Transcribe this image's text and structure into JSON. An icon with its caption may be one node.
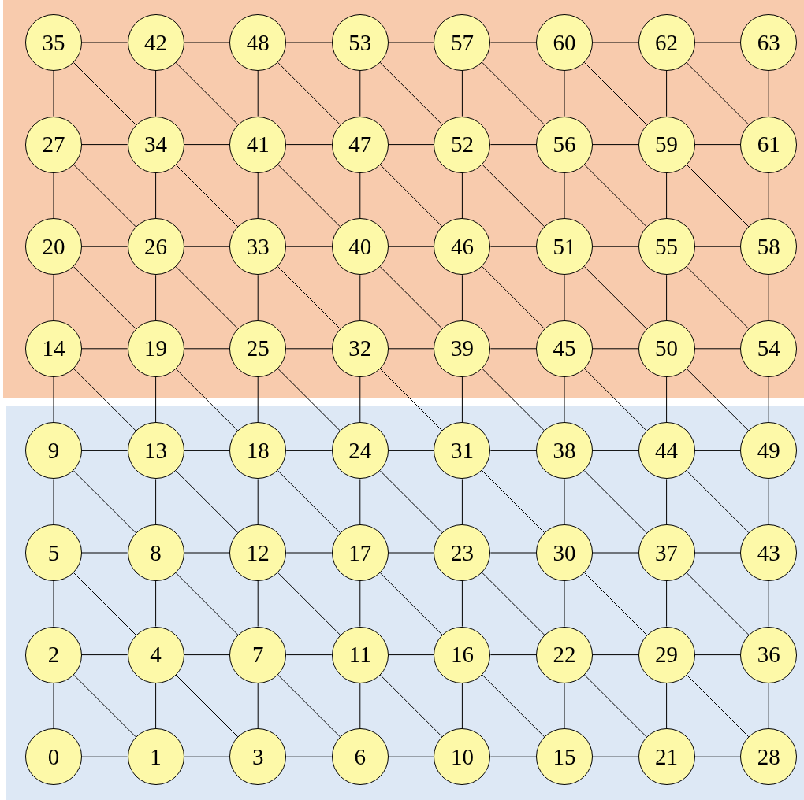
{
  "diagram": {
    "nodes": [
      {
        "text": [],
        "shape": "box"
      },
      {
        "text": [
          "35"
        ],
        "in": 0
      },
      {
        "text": [
          "42"
        ],
        "in": 0
      },
      {
        "text": [
          "48"
        ],
        "in": 0
      },
      {
        "text": [
          "53"
        ],
        "in": 0
      },
      {
        "text": [
          "57"
        ],
        "in": 0
      },
      {
        "text": [
          "60"
        ],
        "in": 0
      },
      {
        "text": [
          "62"
        ],
        "in": 0
      },
      {
        "text": [
          "63"
        ],
        "in": 0
      },
      {
        "text": [
          "27"
        ],
        "in": 0
      },
      {
        "text": [
          "34"
        ],
        "in": 0
      },
      {
        "text": [
          "41"
        ],
        "in": 0
      },
      {
        "text": [
          "47"
        ],
        "in": 0
      },
      {
        "text": [
          "52"
        ],
        "in": 0
      },
      {
        "text": [
          "56"
        ],
        "in": 0
      },
      {
        "text": [
          "59"
        ],
        "in": 0
      },
      {
        "text": [
          "61"
        ],
        "in": 0
      },
      {
        "text": [
          "20"
        ],
        "in": 0
      },
      {
        "text": [
          "26"
        ],
        "in": 0
      },
      {
        "text": [
          "33"
        ],
        "in": 0
      },
      {
        "text": [
          "40"
        ],
        "in": 0
      },
      {
        "text": [
          "46"
        ],
        "in": 0
      },
      {
        "text": [
          "51"
        ],
        "in": 0
      },
      {
        "text": [
          "55"
        ],
        "in": 0
      },
      {
        "text": [
          "58"
        ],
        "in": 0
      },
      {
        "text": [
          "14"
        ],
        "in": 0
      },
      {
        "text": [
          "19"
        ],
        "in": 0
      },
      {
        "text": [
          "25"
        ],
        "in": 0
      },
      {
        "text": [
          "32"
        ],
        "in": 0
      },
      {
        "text": [
          "39"
        ],
        "in": 0
      },
      {
        "text": [
          "45"
        ],
        "in": 0
      },
      {
        "text": [
          "50"
        ],
        "in": 0
      },
      {
        "text": [
          "54"
        ],
        "in": 0
      },
      {
        "text": [],
        "shape": "box"
      },
      {
        "text": [
          "9"
        ],
        "in": 33
      },
      {
        "text": [
          "13"
        ],
        "in": 33
      },
      {
        "text": [
          "18"
        ],
        "in": 33
      },
      {
        "text": [
          "24"
        ],
        "in": 33
      },
      {
        "text": [
          "31"
        ],
        "in": 33
      },
      {
        "text": [
          "38"
        ],
        "in": 33
      },
      {
        "text": [
          "44"
        ],
        "in": 33
      },
      {
        "text": [
          "49"
        ],
        "in": 33
      },
      {
        "text": [
          "5"
        ],
        "in": 33
      },
      {
        "text": [
          "8"
        ],
        "in": 33
      },
      {
        "text": [
          "12"
        ],
        "in": 33
      },
      {
        "text": [
          "17"
        ],
        "in": 33
      },
      {
        "text": [
          "23"
        ],
        "in": 33
      },
      {
        "text": [
          "30"
        ],
        "in": 33
      },
      {
        "text": [
          "37"
        ],
        "in": 33
      },
      {
        "text": [
          "43"
        ],
        "in": 33
      },
      {
        "text": [
          "2"
        ],
        "in": 33
      },
      {
        "text": [
          "4"
        ],
        "in": 33
      },
      {
        "text": [
          "7"
        ],
        "in": 33
      },
      {
        "text": [
          "11"
        ],
        "in": 33
      },
      {
        "text": [
          "16"
        ],
        "in": 33
      },
      {
        "text": [
          "22"
        ],
        "in": 33
      },
      {
        "text": [
          "29"
        ],
        "in": 33
      },
      {
        "text": [
          "36"
        ],
        "in": 33
      },
      {
        "text": [
          "0"
        ],
        "in": 33
      },
      {
        "text": [
          "1"
        ],
        "in": 33
      },
      {
        "text": [
          "3"
        ],
        "in": 33
      },
      {
        "text": [
          "6"
        ],
        "in": 33
      },
      {
        "text": [
          "10"
        ],
        "in": 33
      },
      {
        "text": [
          "15"
        ],
        "in": 33
      },
      {
        "text": [
          "21"
        ],
        "in": 33
      },
      {
        "text": [
          "28"
        ],
        "in": 33
      }
    ],
    "edges": [
      {
        "from": 1,
        "to": 2,
        "arrow": "none"
      },
      {
        "from": 2,
        "to": 3,
        "arrow": "none"
      },
      {
        "from": 3,
        "to": 4,
        "arrow": "none"
      },
      {
        "from": 4,
        "to": 5,
        "arrow": "none"
      },
      {
        "from": 5,
        "to": 6,
        "arrow": "none"
      },
      {
        "from": 6,
        "to": 7,
        "arrow": "none"
      },
      {
        "from": 7,
        "to": 8,
        "arrow": "none"
      },
      {
        "from": 1,
        "to": 9,
        "arrow": "none"
      },
      {
        "from": 2,
        "to": 10,
        "arrow": "none"
      },
      {
        "from": 3,
        "to": 11,
        "arrow": "none"
      },
      {
        "from": 4,
        "to": 12,
        "arrow": "none"
      },
      {
        "from": 5,
        "to": 13,
        "arrow": "none"
      },
      {
        "from": 6,
        "to": 14,
        "arrow": "none"
      },
      {
        "from": 7,
        "to": 15,
        "arrow": "none"
      },
      {
        "from": 8,
        "to": 16,
        "arrow": "none"
      },
      {
        "from": 1,
        "to": 10,
        "arrow": "none"
      },
      {
        "from": 2,
        "to": 11,
        "arrow": "none"
      },
      {
        "from": 3,
        "to": 12,
        "arrow": "none"
      },
      {
        "from": 4,
        "to": 13,
        "arrow": "none"
      },
      {
        "from": 5,
        "to": 14,
        "arrow": "none"
      },
      {
        "from": 6,
        "to": 15,
        "arrow": "none"
      },
      {
        "from": 7,
        "to": 16,
        "arrow": "none"
      },
      {
        "from": 9,
        "to": 10,
        "arrow": "none"
      },
      {
        "from": 10,
        "to": 11,
        "arrow": "none"
      },
      {
        "from": 11,
        "to": 12,
        "arrow": "none"
      },
      {
        "from": 12,
        "to": 13,
        "arrow": "none"
      },
      {
        "from": 13,
        "to": 14,
        "arrow": "none"
      },
      {
        "from": 14,
        "to": 15,
        "arrow": "none"
      },
      {
        "from": 15,
        "to": 16,
        "arrow": "none"
      },
      {
        "from": 9,
        "to": 17,
        "arrow": "none"
      },
      {
        "from": 10,
        "to": 18,
        "arrow": "none"
      },
      {
        "from": 11,
        "to": 19,
        "arrow": "none"
      },
      {
        "from": 12,
        "to": 20,
        "arrow": "none"
      },
      {
        "from": 13,
        "to": 21,
        "arrow": "none"
      },
      {
        "from": 14,
        "to": 22,
        "arrow": "none"
      },
      {
        "from": 15,
        "to": 23,
        "arrow": "none"
      },
      {
        "from": 16,
        "to": 24,
        "arrow": "none"
      },
      {
        "from": 9,
        "to": 18,
        "arrow": "none"
      },
      {
        "from": 10,
        "to": 19,
        "arrow": "none"
      },
      {
        "from": 11,
        "to": 20,
        "arrow": "none"
      },
      {
        "from": 12,
        "to": 21,
        "arrow": "none"
      },
      {
        "from": 13,
        "to": 22,
        "arrow": "none"
      },
      {
        "from": 14,
        "to": 23,
        "arrow": "none"
      },
      {
        "from": 15,
        "to": 24,
        "arrow": "none"
      },
      {
        "from": 17,
        "to": 18,
        "arrow": "none"
      },
      {
        "from": 18,
        "to": 19,
        "arrow": "none"
      },
      {
        "from": 19,
        "to": 20,
        "arrow": "none"
      },
      {
        "from": 20,
        "to": 21,
        "arrow": "none"
      },
      {
        "from": 21,
        "to": 22,
        "arrow": "none"
      },
      {
        "from": 22,
        "to": 23,
        "arrow": "none"
      },
      {
        "from": 23,
        "to": 24,
        "arrow": "none"
      },
      {
        "from": 17,
        "to": 25,
        "arrow": "none"
      },
      {
        "from": 18,
        "to": 26,
        "arrow": "none"
      },
      {
        "from": 19,
        "to": 27,
        "arrow": "none"
      },
      {
        "from": 20,
        "to": 28,
        "arrow": "none"
      },
      {
        "from": 21,
        "to": 29,
        "arrow": "none"
      },
      {
        "from": 22,
        "to": 30,
        "arrow": "none"
      },
      {
        "from": 23,
        "to": 31,
        "arrow": "none"
      },
      {
        "from": 24,
        "to": 32,
        "arrow": "none"
      },
      {
        "from": 17,
        "to": 26,
        "arrow": "none"
      },
      {
        "from": 18,
        "to": 27,
        "arrow": "none"
      },
      {
        "from": 19,
        "to": 28,
        "arrow": "none"
      },
      {
        "from": 20,
        "to": 29,
        "arrow": "none"
      },
      {
        "from": 21,
        "to": 30,
        "arrow": "none"
      },
      {
        "from": 22,
        "to": 31,
        "arrow": "none"
      },
      {
        "from": 23,
        "to": 32,
        "arrow": "none"
      },
      {
        "from": 25,
        "to": 26,
        "arrow": "none"
      },
      {
        "from": 26,
        "to": 27,
        "arrow": "none"
      },
      {
        "from": 27,
        "to": 28,
        "arrow": "none"
      },
      {
        "from": 28,
        "to": 29,
        "arrow": "none"
      },
      {
        "from": 29,
        "to": 30,
        "arrow": "none"
      },
      {
        "from": 30,
        "to": 31,
        "arrow": "none"
      },
      {
        "from": 31,
        "to": 32,
        "arrow": "none"
      },
      {
        "from": 25,
        "to": 34,
        "arrow": "none"
      },
      {
        "from": 26,
        "to": 35,
        "arrow": "none"
      },
      {
        "from": 27,
        "to": 36,
        "arrow": "none"
      },
      {
        "from": 28,
        "to": 37,
        "arrow": "none"
      },
      {
        "from": 29,
        "to": 38,
        "arrow": "none"
      },
      {
        "from": 30,
        "to": 39,
        "arrow": "none"
      },
      {
        "from": 31,
        "to": 40,
        "arrow": "none"
      },
      {
        "from": 32,
        "to": 41,
        "arrow": "none"
      },
      {
        "from": 25,
        "to": 35,
        "arrow": "none"
      },
      {
        "from": 26,
        "to": 36,
        "arrow": "none"
      },
      {
        "from": 27,
        "to": 37,
        "arrow": "none"
      },
      {
        "from": 28,
        "to": 38,
        "arrow": "none"
      },
      {
        "from": 29,
        "to": 39,
        "arrow": "none"
      },
      {
        "from": 30,
        "to": 40,
        "arrow": "none"
      },
      {
        "from": 31,
        "to": 41,
        "arrow": "none"
      },
      {
        "from": 34,
        "to": 35,
        "arrow": "none"
      },
      {
        "from": 35,
        "to": 36,
        "arrow": "none"
      },
      {
        "from": 36,
        "to": 37,
        "arrow": "none"
      },
      {
        "from": 37,
        "to": 38,
        "arrow": "none"
      },
      {
        "from": 38,
        "to": 39,
        "arrow": "none"
      },
      {
        "from": 39,
        "to": 40,
        "arrow": "none"
      },
      {
        "from": 40,
        "to": 41,
        "arrow": "none"
      },
      {
        "from": 34,
        "to": 42,
        "arrow": "none"
      },
      {
        "from": 35,
        "to": 43,
        "arrow": "none"
      },
      {
        "from": 36,
        "to": 44,
        "arrow": "none"
      },
      {
        "from": 37,
        "to": 45,
        "arrow": "none"
      },
      {
        "from": 38,
        "to": 46,
        "arrow": "none"
      },
      {
        "from": 39,
        "to": 47,
        "arrow": "none"
      },
      {
        "from": 40,
        "to": 48,
        "arrow": "none"
      },
      {
        "from": 41,
        "to": 49,
        "arrow": "none"
      },
      {
        "from": 34,
        "to": 43,
        "arrow": "none"
      },
      {
        "from": 35,
        "to": 44,
        "arrow": "none"
      },
      {
        "from": 36,
        "to": 45,
        "arrow": "none"
      },
      {
        "from": 37,
        "to": 46,
        "arrow": "none"
      },
      {
        "from": 38,
        "to": 47,
        "arrow": "none"
      },
      {
        "from": 39,
        "to": 48,
        "arrow": "none"
      },
      {
        "from": 40,
        "to": 49,
        "arrow": "none"
      },
      {
        "from": 42,
        "to": 43,
        "arrow": "none"
      },
      {
        "from": 43,
        "to": 44,
        "arrow": "none"
      },
      {
        "from": 44,
        "to": 45,
        "arrow": "none"
      },
      {
        "from": 45,
        "to": 46,
        "arrow": "none"
      },
      {
        "from": 46,
        "to": 47,
        "arrow": "none"
      },
      {
        "from": 47,
        "to": 48,
        "arrow": "none"
      },
      {
        "from": 48,
        "to": 49,
        "arrow": "none"
      },
      {
        "from": 42,
        "to": 50,
        "arrow": "none"
      },
      {
        "from": 43,
        "to": 51,
        "arrow": "none"
      },
      {
        "from": 44,
        "to": 52,
        "arrow": "none"
      },
      {
        "from": 45,
        "to": 53,
        "arrow": "none"
      },
      {
        "from": 46,
        "to": 54,
        "arrow": "none"
      },
      {
        "from": 47,
        "to": 55,
        "arrow": "none"
      },
      {
        "from": 48,
        "to": 56,
        "arrow": "none"
      },
      {
        "from": 49,
        "to": 57,
        "arrow": "none"
      },
      {
        "from": 42,
        "to": 51,
        "arrow": "none"
      },
      {
        "from": 43,
        "to": 52,
        "arrow": "none"
      },
      {
        "from": 44,
        "to": 53,
        "arrow": "none"
      },
      {
        "from": 45,
        "to": 54,
        "arrow": "none"
      },
      {
        "from": 46,
        "to": 55,
        "arrow": "none"
      },
      {
        "from": 47,
        "to": 56,
        "arrow": "none"
      },
      {
        "from": 48,
        "to": 57,
        "arrow": "none"
      },
      {
        "from": 50,
        "to": 51,
        "arrow": "none"
      },
      {
        "from": 51,
        "to": 52,
        "arrow": "none"
      },
      {
        "from": 52,
        "to": 53,
        "arrow": "none"
      },
      {
        "from": 53,
        "to": 54,
        "arrow": "none"
      },
      {
        "from": 54,
        "to": 55,
        "arrow": "none"
      },
      {
        "from": 55,
        "to": 56,
        "arrow": "none"
      },
      {
        "from": 56,
        "to": 57,
        "arrow": "none"
      },
      {
        "from": 50,
        "to": 58,
        "arrow": "none"
      },
      {
        "from": 51,
        "to": 59,
        "arrow": "none"
      },
      {
        "from": 52,
        "to": 60,
        "arrow": "none"
      },
      {
        "from": 53,
        "to": 61,
        "arrow": "none"
      },
      {
        "from": 54,
        "to": 62,
        "arrow": "none"
      },
      {
        "from": 55,
        "to": 63,
        "arrow": "none"
      },
      {
        "from": 56,
        "to": 64,
        "arrow": "none"
      },
      {
        "from": 57,
        "to": 65,
        "arrow": "none"
      },
      {
        "from": 50,
        "to": 59,
        "arrow": "none"
      },
      {
        "from": 51,
        "to": 60,
        "arrow": "none"
      },
      {
        "from": 52,
        "to": 61,
        "arrow": "none"
      },
      {
        "from": 53,
        "to": 62,
        "arrow": "none"
      },
      {
        "from": 54,
        "to": 63,
        "arrow": "none"
      },
      {
        "from": 55,
        "to": 64,
        "arrow": "none"
      },
      {
        "from": 56,
        "to": 65,
        "arrow": "none"
      },
      {
        "from": 58,
        "to": 59,
        "arrow": "none"
      },
      {
        "from": 59,
        "to": 60,
        "arrow": "none"
      },
      {
        "from": 60,
        "to": 61,
        "arrow": "none"
      },
      {
        "from": 61,
        "to": 62,
        "arrow": "none"
      },
      {
        "from": 62,
        "to": 63,
        "arrow": "none"
      },
      {
        "from": 63,
        "to": 64,
        "arrow": "none"
      },
      {
        "from": 64,
        "to": 65,
        "arrow": "none"
      }
    ]
  }
}
